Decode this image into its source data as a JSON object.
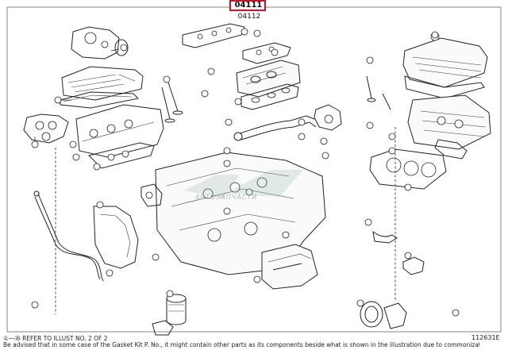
{
  "header": {
    "part_number_main": "04111",
    "part_number_sub": "04112"
  },
  "footer": {
    "note_refer": "①—⑳ REFER TO ILLUST NO. 2 OF 2",
    "note_advised": "Be advised that in some case of the Gasket Kit P. No., it might contain other parts as its components beside what is shown in the illustration due to commonization",
    "illustration_number": "112631E"
  },
  "watermark": {
    "text": "АВТОЗАПЧАСТИ"
  },
  "colors": {
    "highlight_box": "#d0102a",
    "line": "#222222",
    "background": "#ffffff"
  }
}
